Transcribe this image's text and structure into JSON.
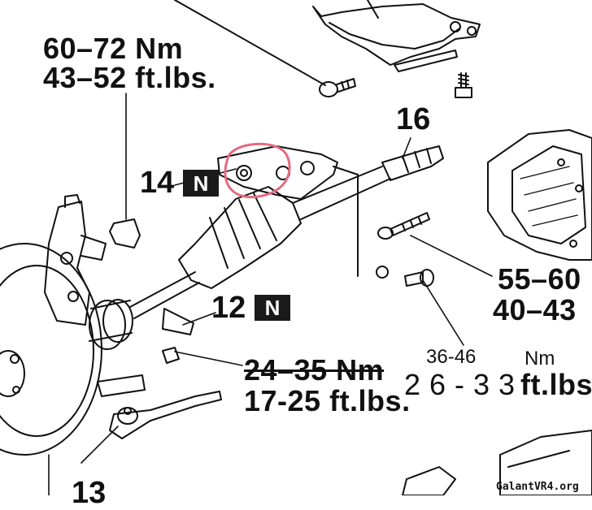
{
  "torque_top_left": {
    "nm": "60–72 Nm",
    "ftlbs": "43–52 ft.lbs."
  },
  "torque_right": {
    "nm": "55–60",
    "ftlbs": "40–43"
  },
  "torque_center": {
    "nm": "24–35 Nm",
    "ftlbs": "17-25 ft.lbs."
  },
  "torque_far_right": {
    "nm_value": "36-46",
    "nm_unit": "Nm",
    "ftlbs_value": "2 6 - 3 3",
    "ftlbs_unit": "ft.lbs."
  },
  "parts": {
    "p16": "16",
    "p14": "14",
    "p12": "12",
    "p13": "13"
  },
  "badge_text": "N",
  "watermark": "GalantVR4.org",
  "colors": {
    "highlight_circle": "#e46a7e",
    "ink": "#111111"
  }
}
